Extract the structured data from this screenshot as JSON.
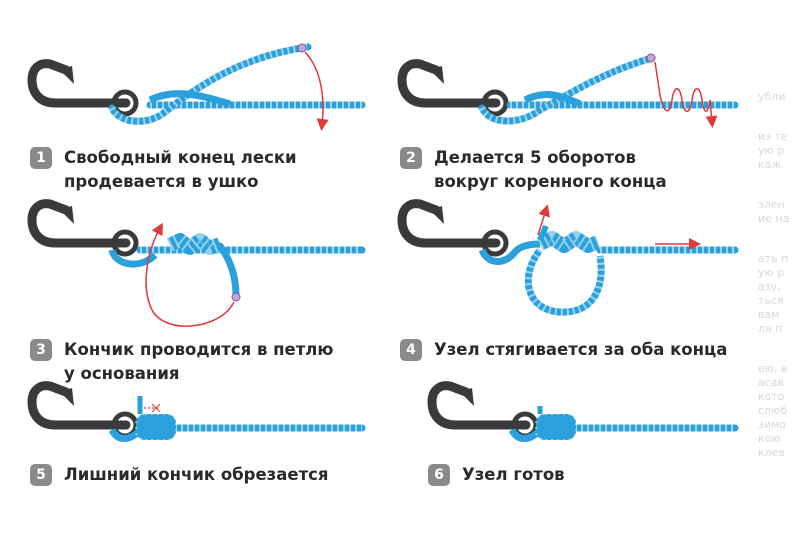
{
  "steps": [
    {
      "number": "1",
      "caption": "Свободный конец лески\nпродевается в ушко"
    },
    {
      "number": "2",
      "caption": "Делается 5 оборотов\nвокруг коренного конца"
    },
    {
      "number": "3",
      "caption": "Кончик проводится в петлю\nу основания"
    },
    {
      "number": "4",
      "caption": "Узел стягивается за оба конца"
    },
    {
      "number": "5",
      "caption": "Лишний кончик обрезается"
    },
    {
      "number": "6",
      "caption": "Узел готов"
    }
  ],
  "colors": {
    "line": "#2aa0dd",
    "line_dark": "#1a6f9e",
    "hook": "#3a3a3a",
    "arrow": "#e0393a",
    "badge": "#8a8a8a",
    "text": "#2a2a2a"
  },
  "icons": [
    "fishing-hook-icon",
    "fishing-line-icon",
    "direction-arrow-icon",
    "cut-mark-icon"
  ],
  "background_text": [
    "убли",
    "из те",
    "ую р",
    "каж",
    "злен",
    "ие на",
    "ать п",
    "ую р",
    "азу,",
    "ться",
    "вам",
    "ля п",
    "ею, в",
    "асав",
    "кото",
    "слюб",
    "зимо",
    "кою",
    "клев"
  ]
}
